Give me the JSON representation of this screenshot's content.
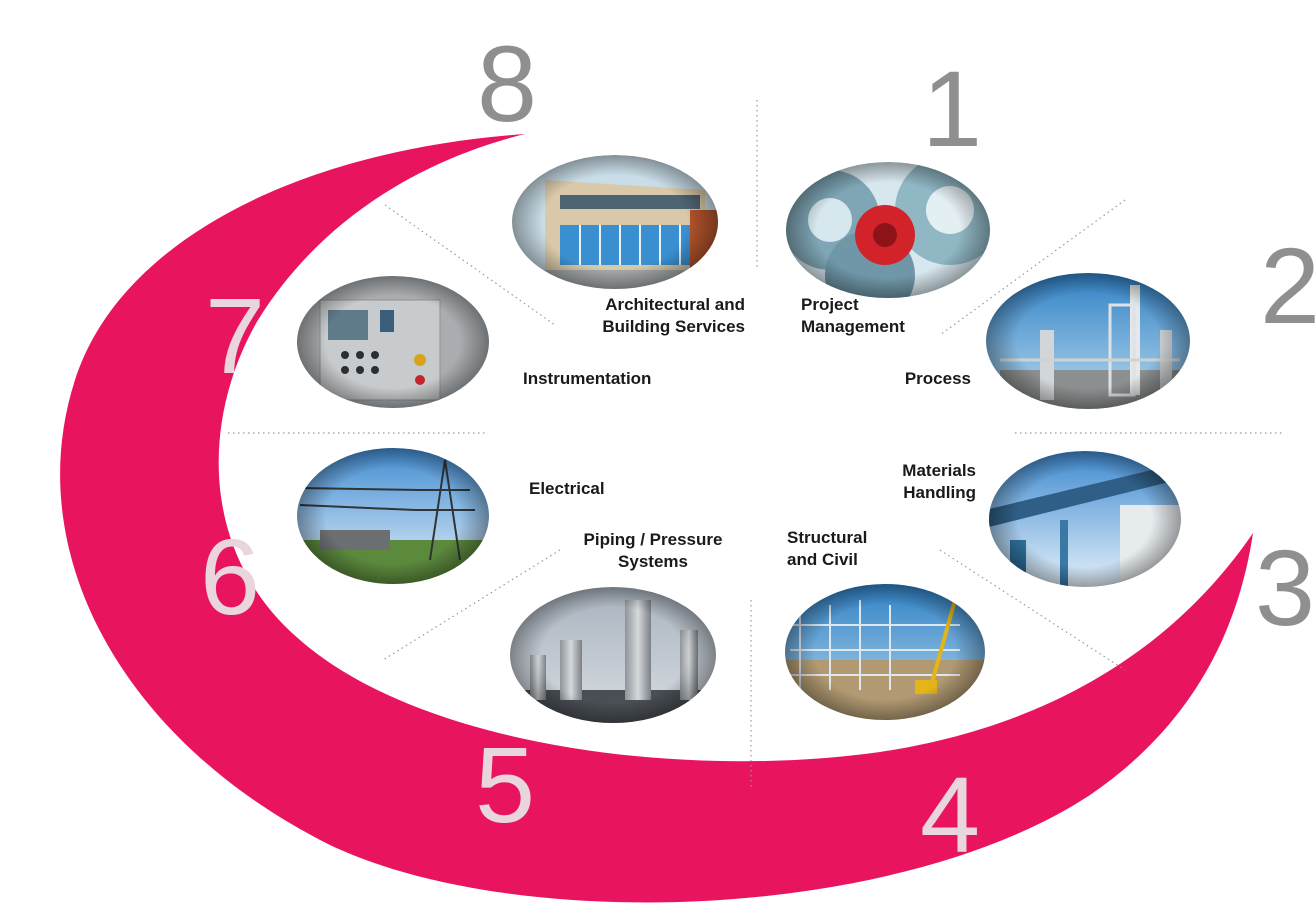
{
  "colors": {
    "swirl": "#e8145f",
    "number": "#8f8f8f",
    "number_on_swirl": "#e9d5dc",
    "label": "#1a1a1a",
    "separator": "#9a9a9a"
  },
  "segments": [
    {
      "number": "1",
      "label_lines": [
        "Project",
        "Management"
      ],
      "image": "gears-photo"
    },
    {
      "number": "2",
      "label_lines": [
        "Process"
      ],
      "image": "process-plant-photo"
    },
    {
      "number": "3",
      "label_lines": [
        "Materials",
        "Handling"
      ],
      "image": "conveyor-photo"
    },
    {
      "number": "4",
      "label_lines": [
        "Structural",
        "and Civil"
      ],
      "image": "scaffolding-photo"
    },
    {
      "number": "5",
      "label_lines": [
        "Piping / Pressure",
        "Systems"
      ],
      "image": "refinery-photo"
    },
    {
      "number": "6",
      "label_lines": [
        "Electrical"
      ],
      "image": "power-pylon-photo"
    },
    {
      "number": "7",
      "label_lines": [
        "Instrumentation"
      ],
      "image": "control-panel-photo"
    },
    {
      "number": "8",
      "label_lines": [
        "Architectural and",
        "Building Services"
      ],
      "image": "building-photo"
    }
  ]
}
